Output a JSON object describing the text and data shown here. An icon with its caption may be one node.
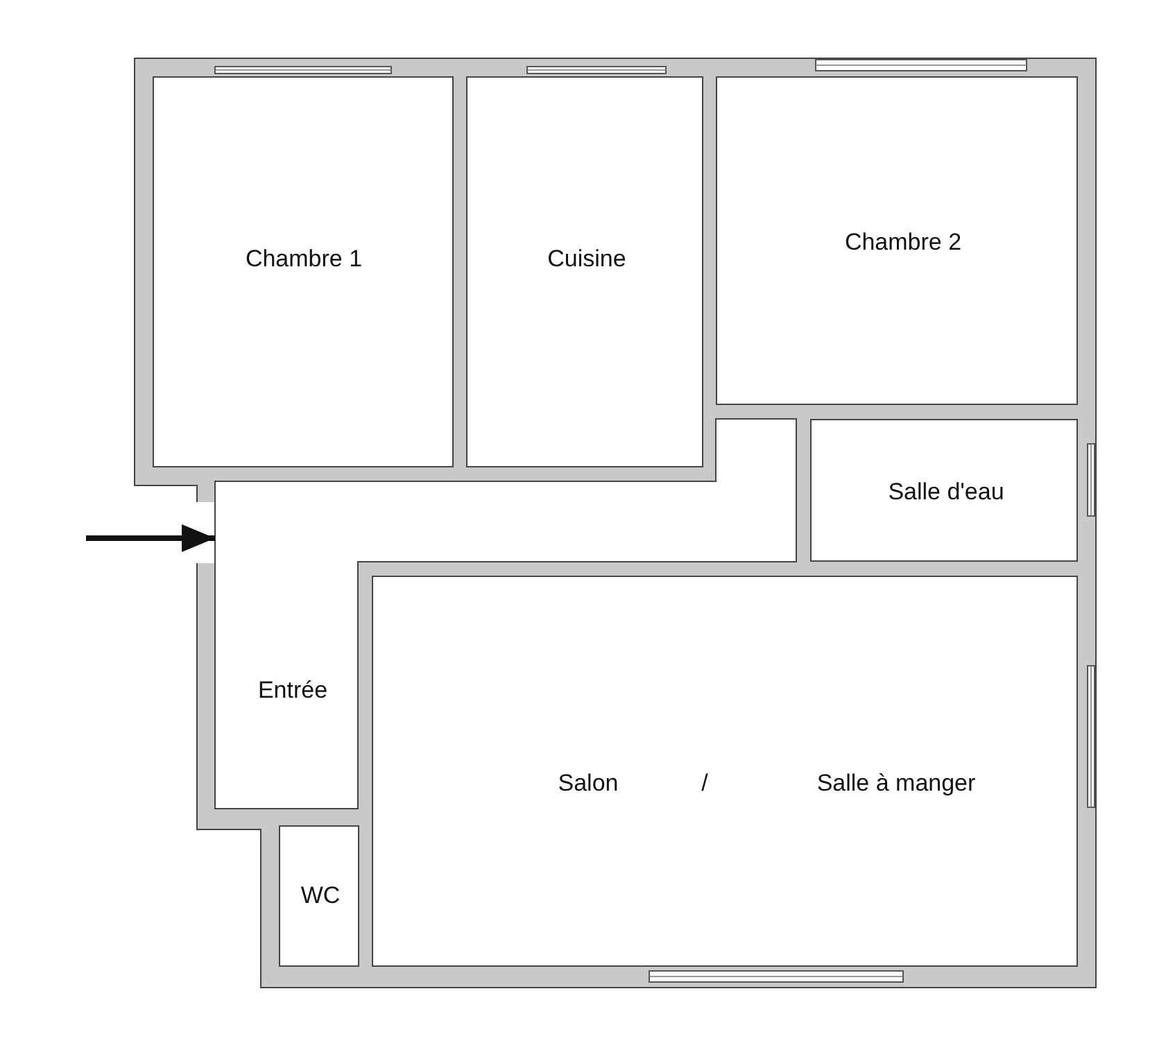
{
  "diagram": {
    "nodes": [
      {
        "text": [
          "Chambre 1"
        ]
      },
      {
        "text": [
          "Cuisine"
        ]
      },
      {
        "text": [
          "Chambre 2"
        ]
      },
      {
        "text": [
          "Salle d'eau"
        ]
      },
      {
        "text": [
          "Entrée"
        ]
      },
      {
        "text": [
          "Salon",
          "/",
          "Salle à manger"
        ]
      },
      {
        "text": [
          "WC"
        ]
      }
    ],
    "edges": [
      {
        "from": null,
        "to": 4,
        "arrow": "to"
      }
    ]
  }
}
